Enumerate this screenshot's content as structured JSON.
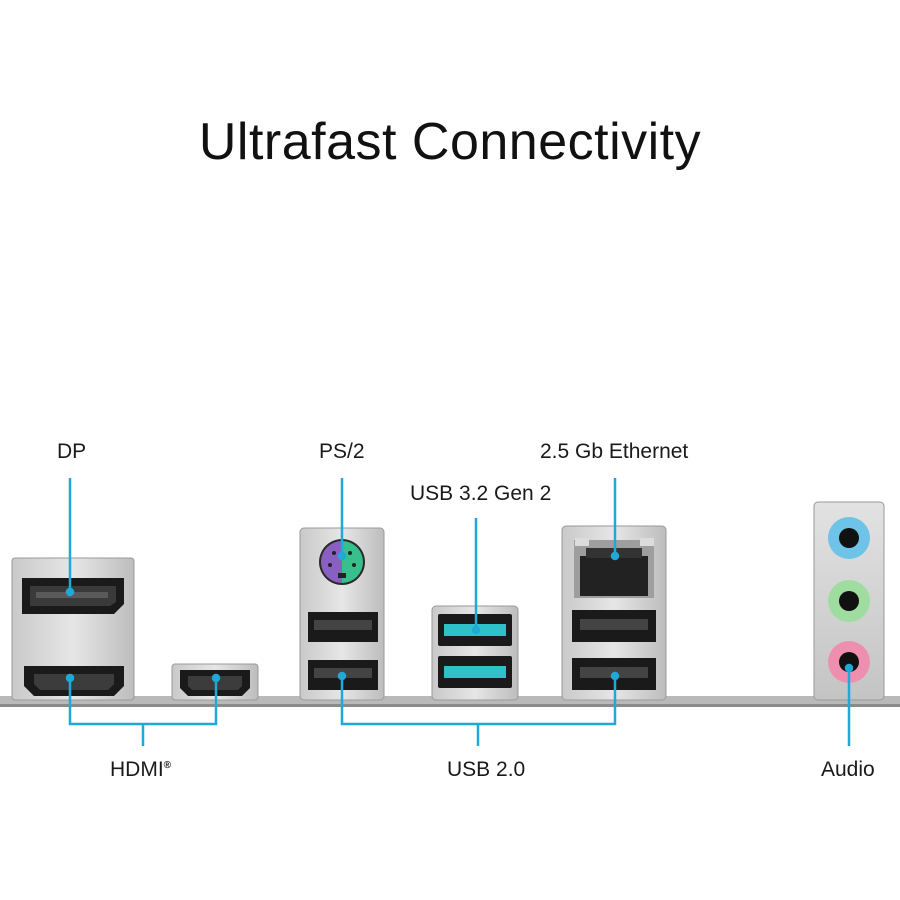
{
  "title": "Ultrafast Connectivity",
  "labels": {
    "dp": "DP",
    "ps2": "PS/2",
    "ethernet": "2.5 Gb Ethernet",
    "usb32": "USB 3.2 Gen 2",
    "hdmi": "HDMI",
    "hdmi_mark": "®",
    "usb20": "USB 2.0",
    "audio": "Audio"
  },
  "colors": {
    "callout_line": "#1fa9d6",
    "usb32_port": "#2fc1c8",
    "ps2_purple": "#8a5fc4",
    "ps2_green": "#37c08e",
    "audio_blue": "#6ec3e8",
    "audio_green": "#9fdca0",
    "audio_pink": "#ef8fb0"
  }
}
